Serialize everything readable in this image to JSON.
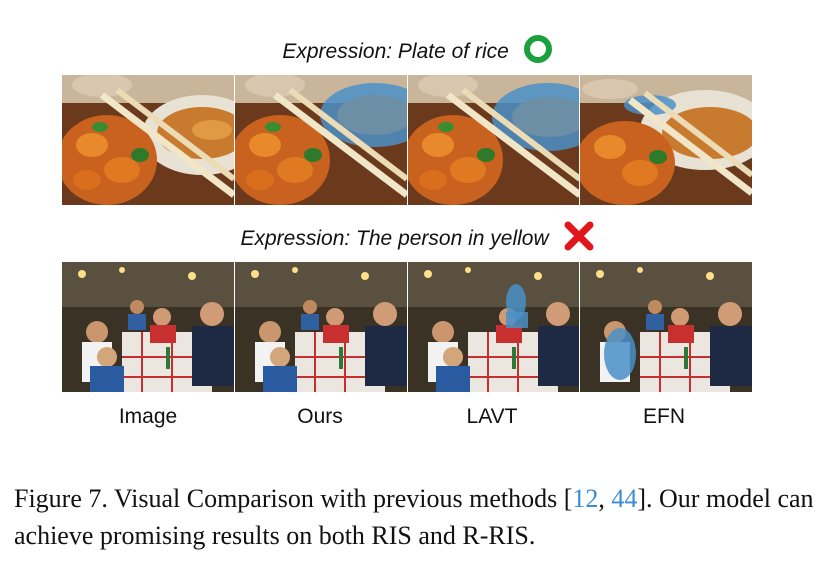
{
  "figure": {
    "expression1_text": "Expression: Plate of rice",
    "expression1_mark": "correct-circle-icon",
    "expression2_text": "Expression: The person in yellow",
    "expression2_mark": "wrong-cross-icon",
    "columns": [
      "Image",
      "Ours",
      "LAVT",
      "EFN"
    ],
    "caption_main": "Figure 7. Visual Comparison with previous methods [",
    "caption_cite1": "12",
    "caption_sep": ", ",
    "caption_cite2": "44",
    "caption_rest": "]. Our model can achieve promising results on both RIS and R-RIS.",
    "colors": {
      "correct": "#1aa13d",
      "wrong": "#e0161b",
      "mask": "#4a90c8",
      "citation": "#3a8ed6"
    }
  }
}
